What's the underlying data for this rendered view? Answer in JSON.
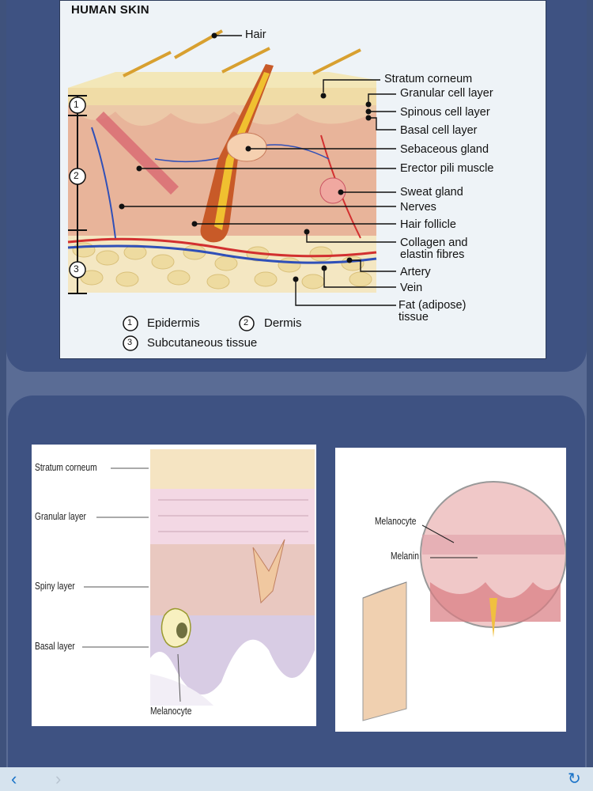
{
  "skin": {
    "title": "HUMAN SKIN",
    "labels": {
      "hair": "Hair",
      "stratum_corneum": "Stratum corneum",
      "granular": "Granular cell layer",
      "spinous": "Spinous cell layer",
      "basal": "Basal cell layer",
      "sebaceous": "Sebaceous gland",
      "erector": "Erector pili muscle",
      "sweat": "Sweat gland",
      "nerves": "Nerves",
      "follicle": "Hair follicle",
      "collagen": "Collagen and\nelastin fibres",
      "artery": "Artery",
      "vein": "Vein",
      "fat": "Fat (adipose)\ntissue"
    },
    "layer_numbers": [
      "1",
      "2",
      "3"
    ],
    "legend": {
      "n1": "1",
      "epidermis": "Epidermis",
      "n2": "2",
      "dermis": "Dermis",
      "n3": "3",
      "subcutaneous": "Subcutaneous tissue"
    }
  },
  "epidermis": {
    "stratum_corneum": "Stratum corneum",
    "granular": "Granular layer",
    "spiny": "Spiny layer",
    "basal": "Basal layer",
    "melanocyte": "Melanocyte"
  },
  "pigment": {
    "melanocyte": "Melanocyte",
    "melanin": "Melanin"
  },
  "nav": {
    "back": "‹",
    "forward": "›",
    "reload": "↻"
  }
}
